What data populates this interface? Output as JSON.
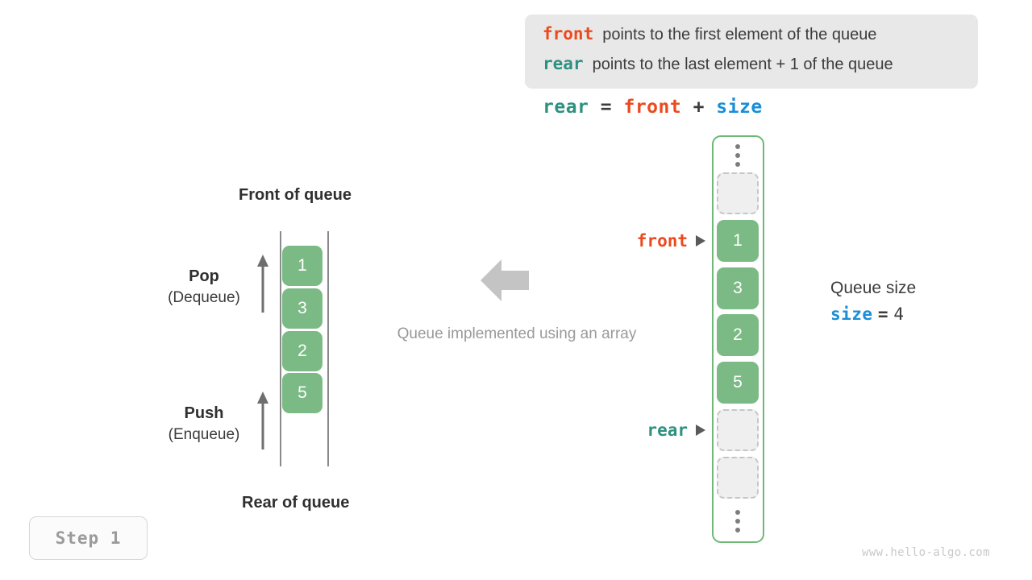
{
  "legend": {
    "lines": [
      {
        "keyword": "front",
        "keyword_color": "#ec4a1e",
        "text": "points to the first element of the queue"
      },
      {
        "keyword": "rear",
        "keyword_color": "#2e9180",
        "text": "points to the last element + 1 of the queue"
      }
    ]
  },
  "formula": {
    "lhs": "rear",
    "eq": "=",
    "rhs1": "front",
    "plus": "+",
    "rhs2": "size"
  },
  "left_queue": {
    "top_label": "Front of queue",
    "bottom_label": "Rear of queue",
    "cells": [
      "1",
      "3",
      "2",
      "5"
    ],
    "pop": {
      "title": "Pop",
      "sub": "(Dequeue)"
    },
    "push": {
      "title": "Push",
      "sub": "(Enqueue)"
    }
  },
  "center": {
    "caption": "Queue implemented using an array",
    "arrow_icon": "arrow-left-icon",
    "arrow_color": "#c4c4c4"
  },
  "array": {
    "slots": [
      {
        "kind": "dots",
        "value": ""
      },
      {
        "kind": "empty",
        "value": ""
      },
      {
        "kind": "filled",
        "value": "1"
      },
      {
        "kind": "filled",
        "value": "3"
      },
      {
        "kind": "filled",
        "value": "2"
      },
      {
        "kind": "filled",
        "value": "5"
      },
      {
        "kind": "empty",
        "value": ""
      },
      {
        "kind": "empty",
        "value": ""
      },
      {
        "kind": "dots",
        "value": ""
      }
    ],
    "pointers": [
      {
        "name": "front",
        "color": "#ec4a1e"
      },
      {
        "name": "rear",
        "color": "#2e9180"
      }
    ],
    "border_color": "#6fb977",
    "fill_color": "#7cba85"
  },
  "size_annotation": {
    "title": "Queue size",
    "var": "size",
    "eq": "=",
    "value": "4"
  },
  "step_badge": {
    "label": "Step 1"
  },
  "watermark": {
    "text": "www.hello-algo.com"
  }
}
